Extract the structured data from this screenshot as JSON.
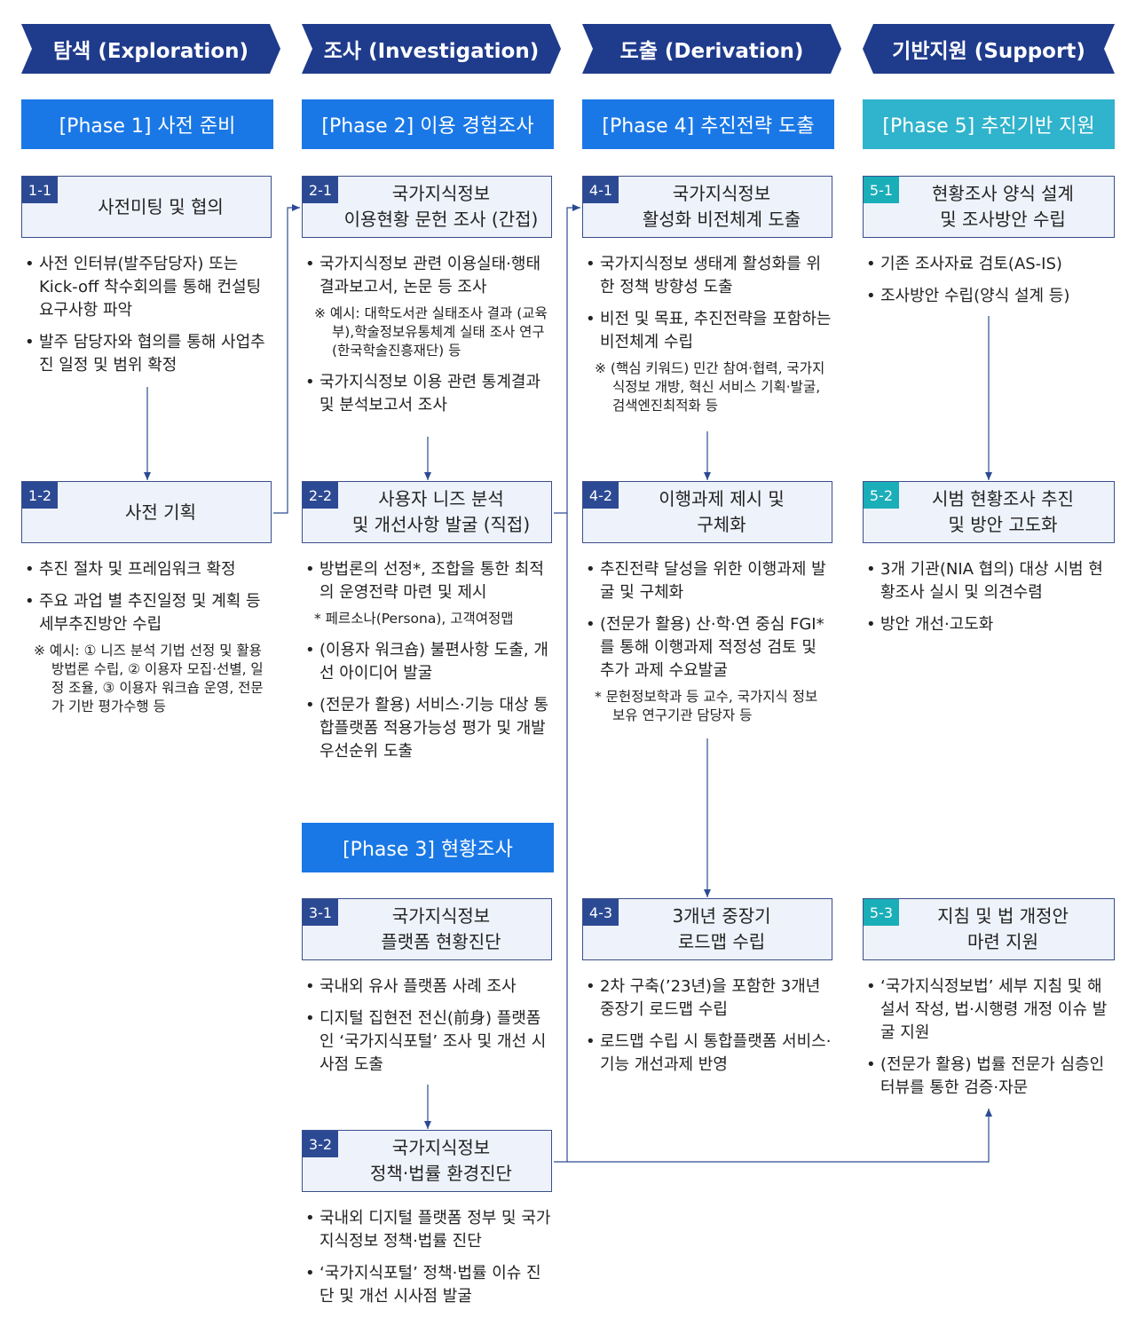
{
  "colors": {
    "header": "#1f3b8c",
    "phase_blue": "#1a78e6",
    "phase_teal": "#30b3cc",
    "num_blue": "#2c4a94",
    "num_teal": "#1aaeb9",
    "box_bg": "#eef2fa"
  },
  "headers": [
    "탐색 (Exploration)",
    "조사 (Investigation)",
    "도출 (Derivation)",
    "기반지원 (Support)"
  ],
  "phases": {
    "p1": "[Phase 1] 사전 준비",
    "p2": "[Phase 2] 이용 경험조사",
    "p3": "[Phase 3] 현황조사",
    "p4": "[Phase 4] 추진전략 도출",
    "p5": "[Phase 5] 추진기반 지원"
  },
  "steps": {
    "s11": {
      "num": "1-1",
      "title1": "사전미팅 및 협의",
      "title2": "",
      "b1": "사전 인터뷰(발주담당자) 또는 Kick-off 착수회의를 통해 컨설팅 요구사항 파악",
      "b2": "발주 담당자와 협의를 통해 사업추진 일정 및 범위 확정"
    },
    "s12": {
      "num": "1-2",
      "title1": "사전 기획",
      "title2": "",
      "b1": "추진 절차 및 프레임워크 확정",
      "b2": "주요 과업 별 추진일정 및 계획 등 세부추진방안 수립",
      "note": "※ 예시: ① 니즈 분석 기법 선정 및 활용 방법론 수립, ② 이용자 모집·선별, 일정 조율, ③ 이용자 워크숍 운영, 전문가 기반 평가수행 등"
    },
    "s21": {
      "num": "2-1",
      "title1": "국가지식정보",
      "title2": "이용현황 문헌 조사 (간접)",
      "b1": "국가지식정보 관련 이용실태·행태 결과보고서, 논문 등 조사",
      "note": "※ 예시: 대학도서관 실태조사 결과 (교육부),학술정보유통체계 실태 조사 연구(한국학술진흥재단) 등",
      "b2": "국가지식정보 이용 관련 통계결과 및 분석보고서 조사"
    },
    "s22": {
      "num": "2-2",
      "title1": "사용자 니즈 분석",
      "title2": "및 개선사항 발굴 (직접)",
      "b1": "방법론의 선정*, 조합을 통한 최적의 운영전략 마련 및 제시",
      "note": "* 페르소나(Persona), 고객여정맵",
      "b2": "(이용자 워크숍) 불편사항 도출, 개선 아이디어 발굴",
      "b3": "(전문가 활용) 서비스·기능 대상 통합플랫폼 적용가능성 평가 및 개발 우선순위 도출"
    },
    "s31": {
      "num": "3-1",
      "title1": "국가지식정보",
      "title2": "플랫폼 현황진단",
      "b1": "국내외 유사 플랫폼 사례 조사",
      "b2": "디지털 집현전 전신(前身) 플랫폼인 ‘국가지식포털’ 조사 및 개선 시사점 도출"
    },
    "s32": {
      "num": "3-2",
      "title1": "국가지식정보",
      "title2": "정책·법률 환경진단",
      "b1": "국내외 디지털 플랫폼 정부 및 국가지식정보 정책·법률 진단",
      "b2": "‘국가지식포털’ 정책·법률 이슈 진단 및 개선 시사점 발굴"
    },
    "s41": {
      "num": "4-1",
      "title1": "국가지식정보",
      "title2": "활성화 비전체계 도출",
      "b1": "국가지식정보 생태계 활성화를 위한 정책 방향성 도출",
      "b2": "비전 및 목표, 추진전략을 포함하는 비전체계 수립",
      "note": "※ (핵심 키워드) 민간 참여·협력, 국가지식정보 개방, 혁신 서비스 기획·발굴, 검색엔진최적화 등"
    },
    "s42": {
      "num": "4-2",
      "title1": "이행과제 제시 및",
      "title2": "구체화",
      "b1": "추진전략 달성을 위한 이행과제 발굴 및 구체화",
      "b2": "(전문가 활용) 산·학·연 중심 FGI*를 통해 이행과제 적정성 검토 및 추가 과제 수요발굴",
      "note": "* 문헌정보학과 등 교수, 국가지식 정보 보유 연구기관 담당자 등"
    },
    "s43": {
      "num": "4-3",
      "title1": "3개년 중장기",
      "title2": "로드맵 수립",
      "b1": "2차 구축(’23년)을 포함한 3개년 중장기 로드맵 수립",
      "b2": "로드맵 수립 시 통합플랫폼 서비스·기능 개선과제 반영"
    },
    "s51": {
      "num": "5-1",
      "title1": "현황조사 양식 설계",
      "title2": "및 조사방안 수립",
      "b1": "기존 조사자료 검토(AS-IS)",
      "b2": "조사방안 수립(양식 설계 등)"
    },
    "s52": {
      "num": "5-2",
      "title1": "시범 현황조사 추진",
      "title2": "및 방안 고도화",
      "b1": "3개 기관(NIA 협의) 대상 시범 현황조사 실시 및 의견수렴",
      "b2": "방안 개선·고도화"
    },
    "s53": {
      "num": "5-3",
      "title1": "지침 및 법 개정안",
      "title2": "마련 지원",
      "b1": "‘국가지식정보법’ 세부 지침 및 해설서 작성, 법·시행령 개정 이슈 발굴 지원",
      "b2": "(전문가 활용) 법률 전문가 심층인터뷰를 통한 검증·자문"
    }
  }
}
